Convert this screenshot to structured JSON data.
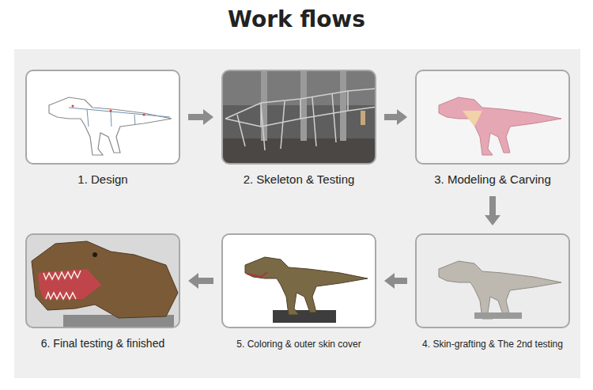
{
  "diagram": {
    "title": "Work flows",
    "nodes": [
      {
        "text": [
          "1. Design"
        ]
      },
      {
        "text": [
          "2. Skeleton & Testing"
        ]
      },
      {
        "text": [
          "3. Modeling & Carving"
        ]
      },
      {
        "text": [
          "4. Skin-grafting & The 2nd testing"
        ]
      },
      {
        "text": [
          "5. Coloring & outer skin cover"
        ]
      },
      {
        "text": [
          "6. Final testing & finished"
        ]
      }
    ],
    "edges": [
      {
        "from": 0,
        "to": 1,
        "arrow": "to"
      },
      {
        "from": 1,
        "to": 2,
        "arrow": "to"
      },
      {
        "from": 2,
        "to": 3,
        "arrow": "to"
      },
      {
        "from": 3,
        "to": 4,
        "arrow": "to"
      },
      {
        "from": 4,
        "to": 5,
        "arrow": "to"
      }
    ]
  }
}
